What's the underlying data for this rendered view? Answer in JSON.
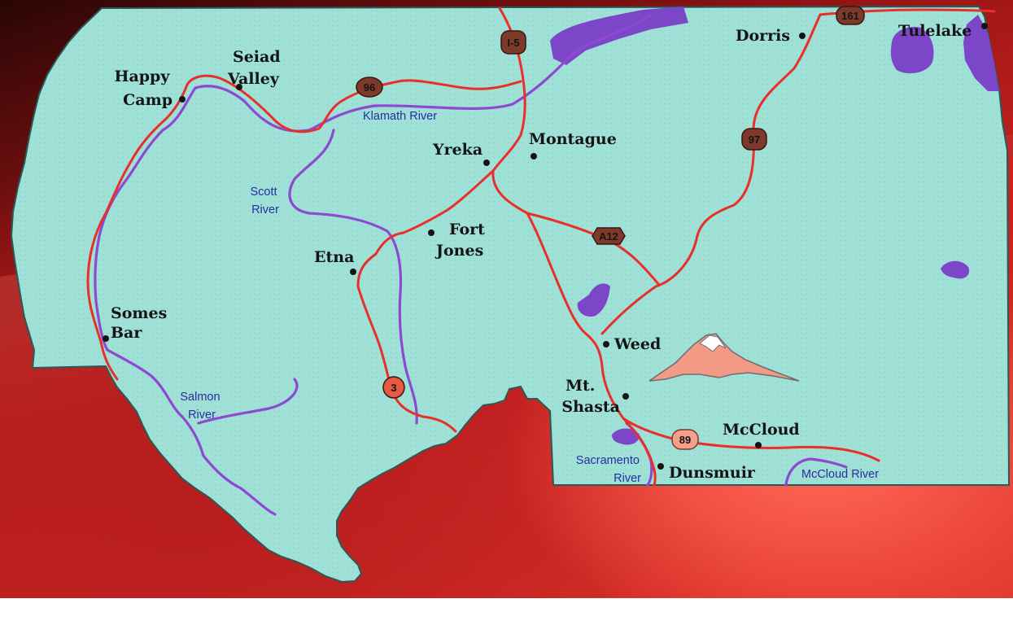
{
  "towns": [
    {
      "id": "happy-camp",
      "lines": [
        "Happy",
        "Camp"
      ]
    },
    {
      "id": "seiad-valley",
      "lines": [
        "Seiad",
        "Valley"
      ]
    },
    {
      "id": "yreka",
      "lines": [
        "Yreka"
      ]
    },
    {
      "id": "montague",
      "lines": [
        "Montague"
      ]
    },
    {
      "id": "dorris",
      "lines": [
        "Dorris"
      ]
    },
    {
      "id": "tulelake",
      "lines": [
        "Tulelake"
      ]
    },
    {
      "id": "fort-jones",
      "lines": [
        "Fort",
        "Jones"
      ]
    },
    {
      "id": "etna",
      "lines": [
        "Etna"
      ]
    },
    {
      "id": "somes-bar",
      "lines": [
        "Somes",
        "Bar"
      ]
    },
    {
      "id": "weed",
      "lines": [
        "Weed"
      ]
    },
    {
      "id": "mt-shasta",
      "lines": [
        "Mt.",
        "Shasta"
      ]
    },
    {
      "id": "mccloud",
      "lines": [
        "McCloud"
      ]
    },
    {
      "id": "dunsmuir",
      "lines": [
        "Dunsmuir"
      ]
    }
  ],
  "rivers": [
    {
      "id": "klamath-river",
      "lines": [
        "Klamath River"
      ]
    },
    {
      "id": "scott-river",
      "lines": [
        "Scott",
        "River"
      ]
    },
    {
      "id": "salmon-river",
      "lines": [
        "Salmon",
        "River"
      ]
    },
    {
      "id": "sacramento-river",
      "lines": [
        "Sacramento",
        "River"
      ]
    },
    {
      "id": "mccloud-river",
      "lines": [
        "McCloud River"
      ]
    }
  ],
  "highways": [
    {
      "id": "i-5",
      "label": "I-5",
      "type": "interstate"
    },
    {
      "id": "hwy-96",
      "label": "96",
      "type": "state"
    },
    {
      "id": "hwy-161",
      "label": "161",
      "type": "state"
    },
    {
      "id": "hwy-97",
      "label": "97",
      "type": "us"
    },
    {
      "id": "hwy-3",
      "label": "3",
      "type": "state"
    },
    {
      "id": "a12",
      "label": "A12",
      "type": "county"
    },
    {
      "id": "hwy-89",
      "label": "89",
      "type": "state"
    }
  ],
  "colors": {
    "land": "#9fe0d7",
    "road": "#e8302a",
    "river": "#8d4ad0",
    "lake": "#7c46c8",
    "shield_dark": "#7d3a2a",
    "shield_light": "#f5a08a",
    "mountain": "#f39a86"
  }
}
